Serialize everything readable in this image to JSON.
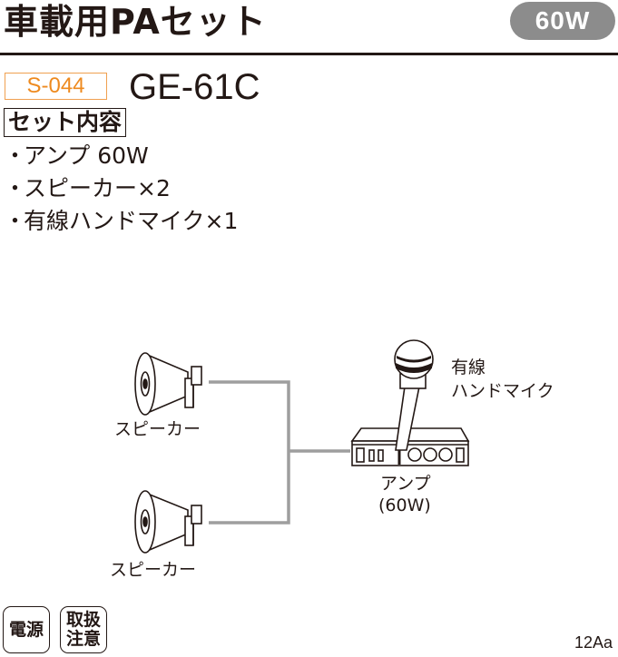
{
  "header": {
    "title": "車載用PAセット",
    "power_badge": "60W"
  },
  "product": {
    "code": "S-044",
    "model": "GE-61C"
  },
  "set_contents": {
    "label": "セット内容",
    "bullet": "・",
    "items": [
      "アンプ 60W",
      "スピーカー×2",
      "有線ハンドマイク×1"
    ]
  },
  "diagram": {
    "speaker_top_label": "スピーカー",
    "speaker_bottom_label": "スピーカー",
    "mic_label_line1": "有線",
    "mic_label_line2": "ハンドマイク",
    "amp_label_line1": "アンプ",
    "amp_label_line2": "(60W)"
  },
  "footer": {
    "badge_power": "電源",
    "badge_handling_line1": "取扱",
    "badge_handling_line2": "注意",
    "page_code": "12Aa"
  },
  "colors": {
    "accent_orange": "#ee8a1f",
    "badge_gray": "#8c8c8c",
    "line_gray": "#9e9e9e",
    "ink": "#231815"
  }
}
